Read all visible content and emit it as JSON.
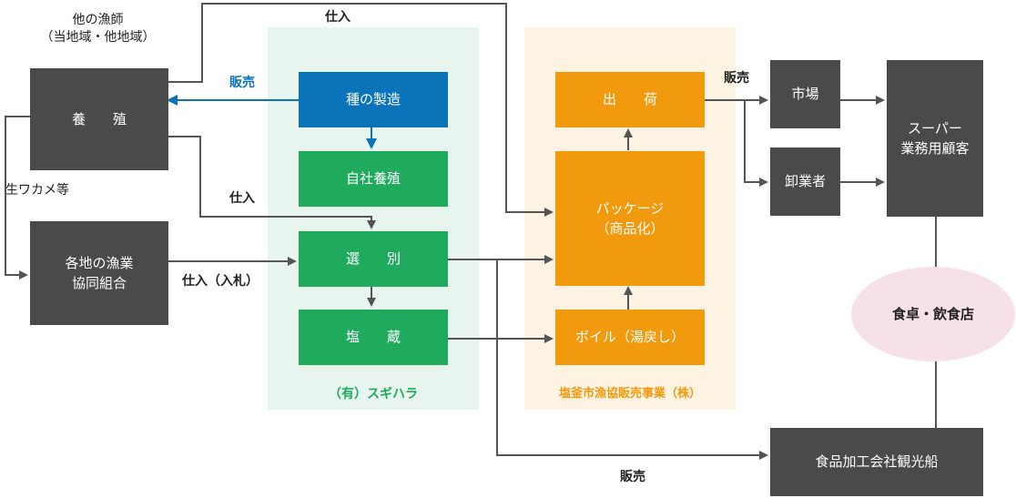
{
  "colors": {
    "dark": "#4a4a4a",
    "blue": "#0b74b8",
    "green": "#1faa5e",
    "orange": "#f29a0e",
    "panel_green": "#e8f5ee",
    "panel_orange": "#fdf3e2",
    "oval": "#f6e1e9",
    "line": "#555555"
  },
  "top_left_note": "他の漁師\n（当地域・他地域）",
  "nodes": {
    "yoshoku": "養　　殖",
    "kumiai": "各地の漁業\n協同組合",
    "tane": "種の製造",
    "jisha": "自社養殖",
    "senbetsu": "選　　別",
    "enzo": "塩　　蔵",
    "shukka": "出　　荷",
    "package": "パッケージ\n（商品化）",
    "boil": "ボイル（湯戻し）",
    "ichiba": "市場",
    "oroshi": "卸業者",
    "super": "スーパー\n業務用顧客",
    "shokutaku": "食卓・飲食店",
    "kanko": "食品加工会社観光船"
  },
  "panels": {
    "sugihara": "（有）スギハラ",
    "shiogama": "塩釜市漁協販売事業（株）"
  },
  "labels": {
    "shiire_top": "仕入",
    "hanbai_blue": "販売",
    "nama_wakame": "生ワカメ等",
    "shiire_mid": "仕入",
    "shiire_nyusatsu": "仕入（入札）",
    "hanbai_right": "販売",
    "hanbai_bottom": "販売"
  }
}
